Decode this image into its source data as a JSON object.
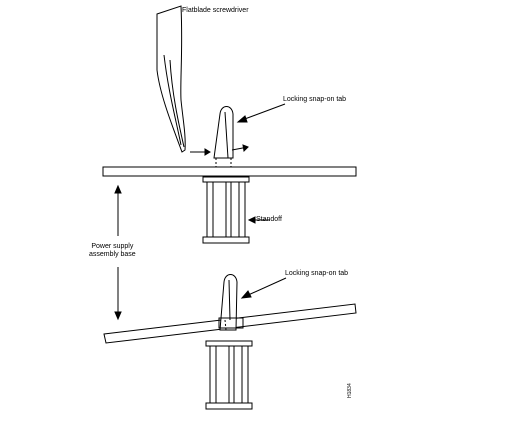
{
  "labels": {
    "screwdriver": "Flatblade screwdriver",
    "tab_top": "Locking snap-on tab",
    "standoff": "Standoff",
    "base_line1": "Power supply",
    "base_line2": "assembly base",
    "tab_bottom": "Locking snap-on tab",
    "figure_id": "H1834"
  },
  "colors": {
    "ink": "#000000",
    "background": "#ffffff"
  }
}
